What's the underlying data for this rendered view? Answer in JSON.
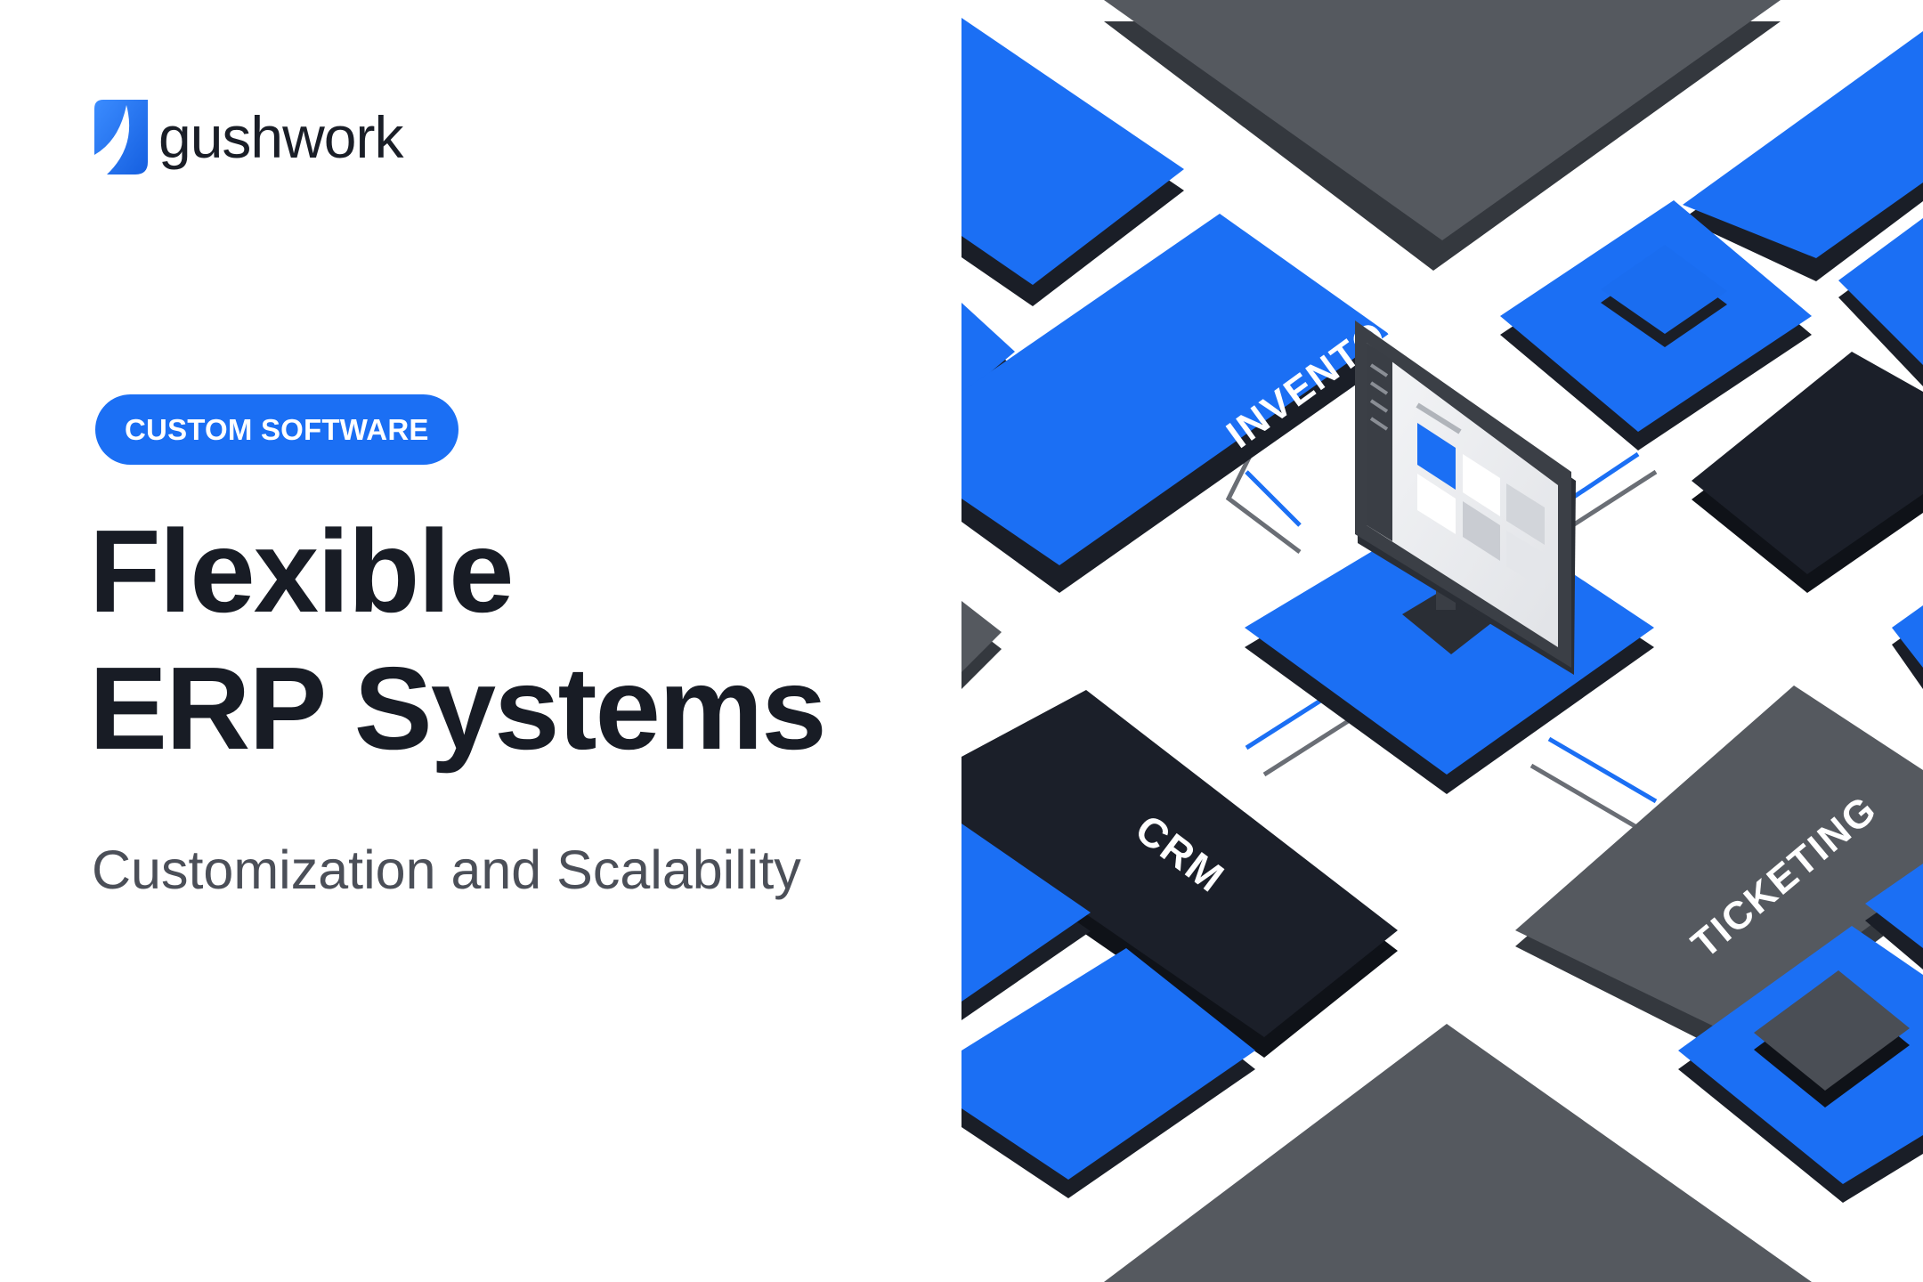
{
  "brand": {
    "name": "gushwork",
    "logo_icon": "gushwork-logo-icon",
    "colors": {
      "blue": "#1b6ff4",
      "navy": "#181c25",
      "charcoal": "#55595f"
    }
  },
  "badge": {
    "label": "CUSTOM SOFTWARE"
  },
  "headline": {
    "line1": "Flexible",
    "line2": "ERP Systems"
  },
  "subtitle": "Customization and Scalability",
  "illustration": {
    "modules": [
      {
        "label": "INVENTORY"
      },
      {
        "label": "CRM"
      },
      {
        "label": "TICKETING"
      }
    ],
    "center_icon": "monitor-icon"
  }
}
